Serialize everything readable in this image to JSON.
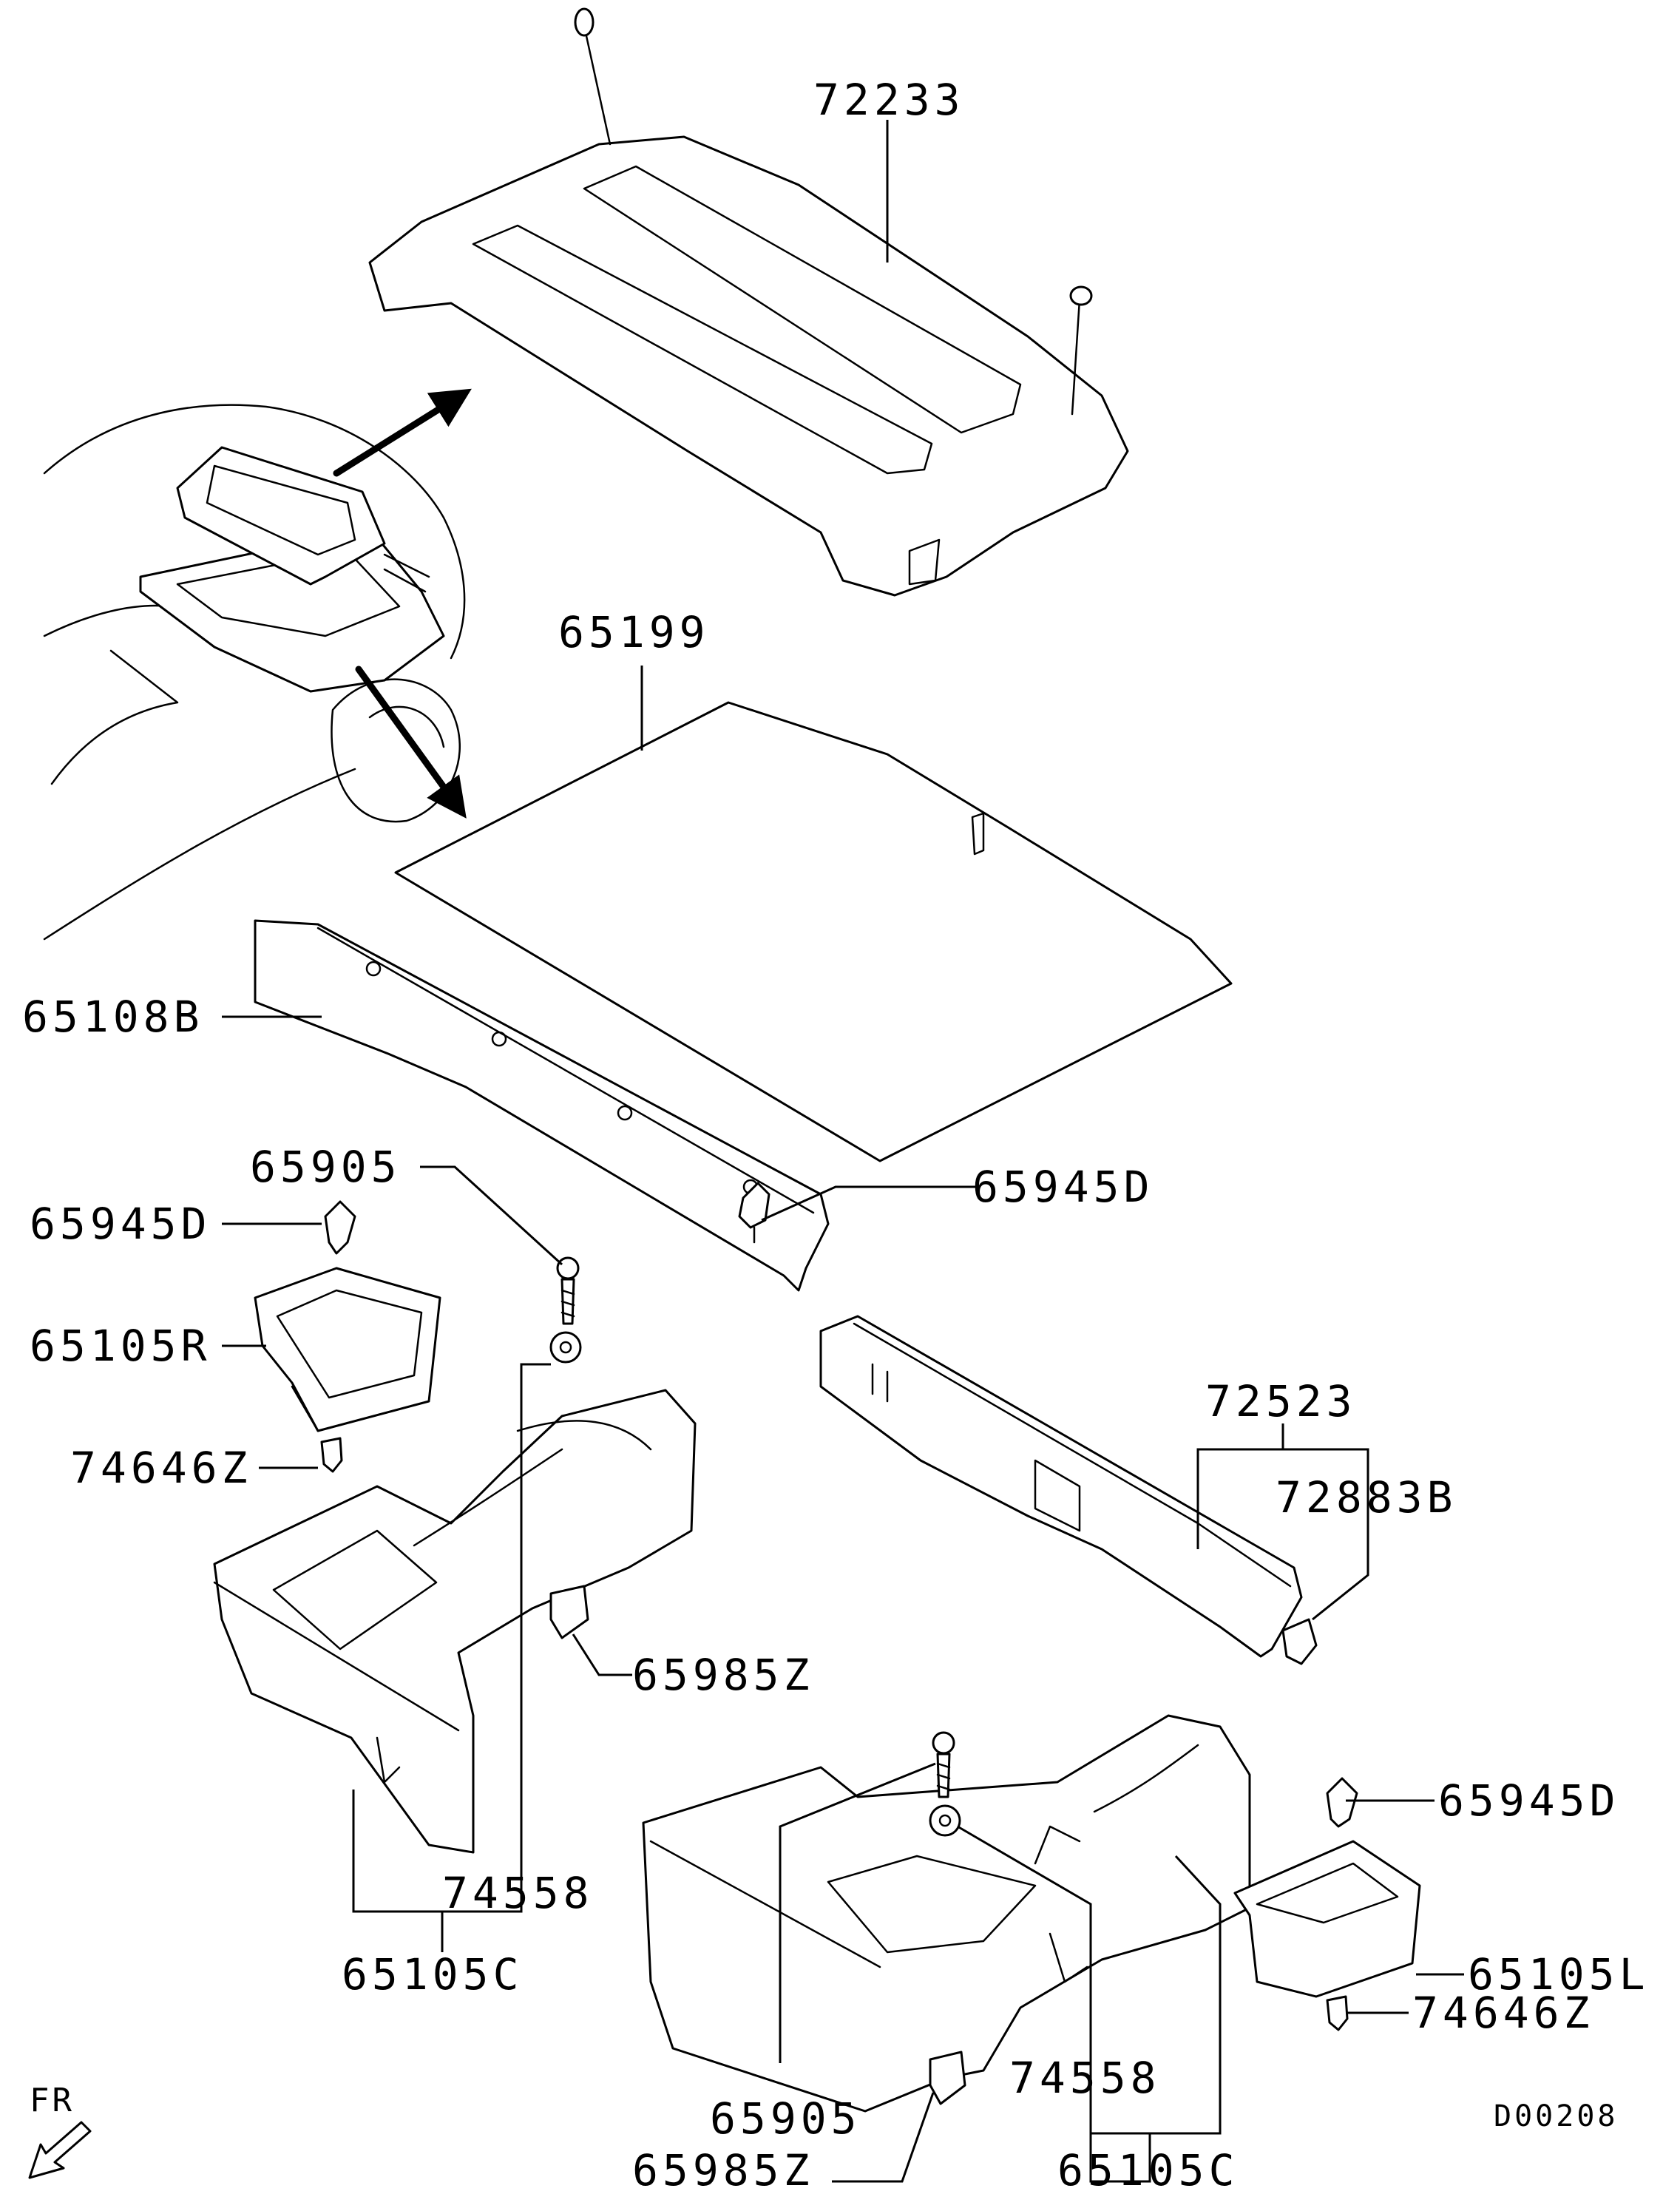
{
  "labels": {
    "p72233": "72233",
    "p65199": "65199",
    "p65108B": "65108B",
    "p65905_left": "65905",
    "p65945D_upper": "65945D",
    "p65945D_left": "65945D",
    "p65105R": "65105R",
    "p74646Z_left": "74646Z",
    "p72523": "72523",
    "p72883B": "72883B",
    "p65985Z_left": "65985Z",
    "p74558_left": "74558",
    "p65105C_left": "65105C",
    "p65945D_right": "65945D",
    "p65105L": "65105L",
    "p74646Z_right": "74646Z",
    "p74558_right": "74558",
    "p65905_right": "65905",
    "p65985Z_right": "65985Z",
    "p65105C_right": "65105C"
  },
  "orientation": "FR",
  "diagram_code": "D00208"
}
